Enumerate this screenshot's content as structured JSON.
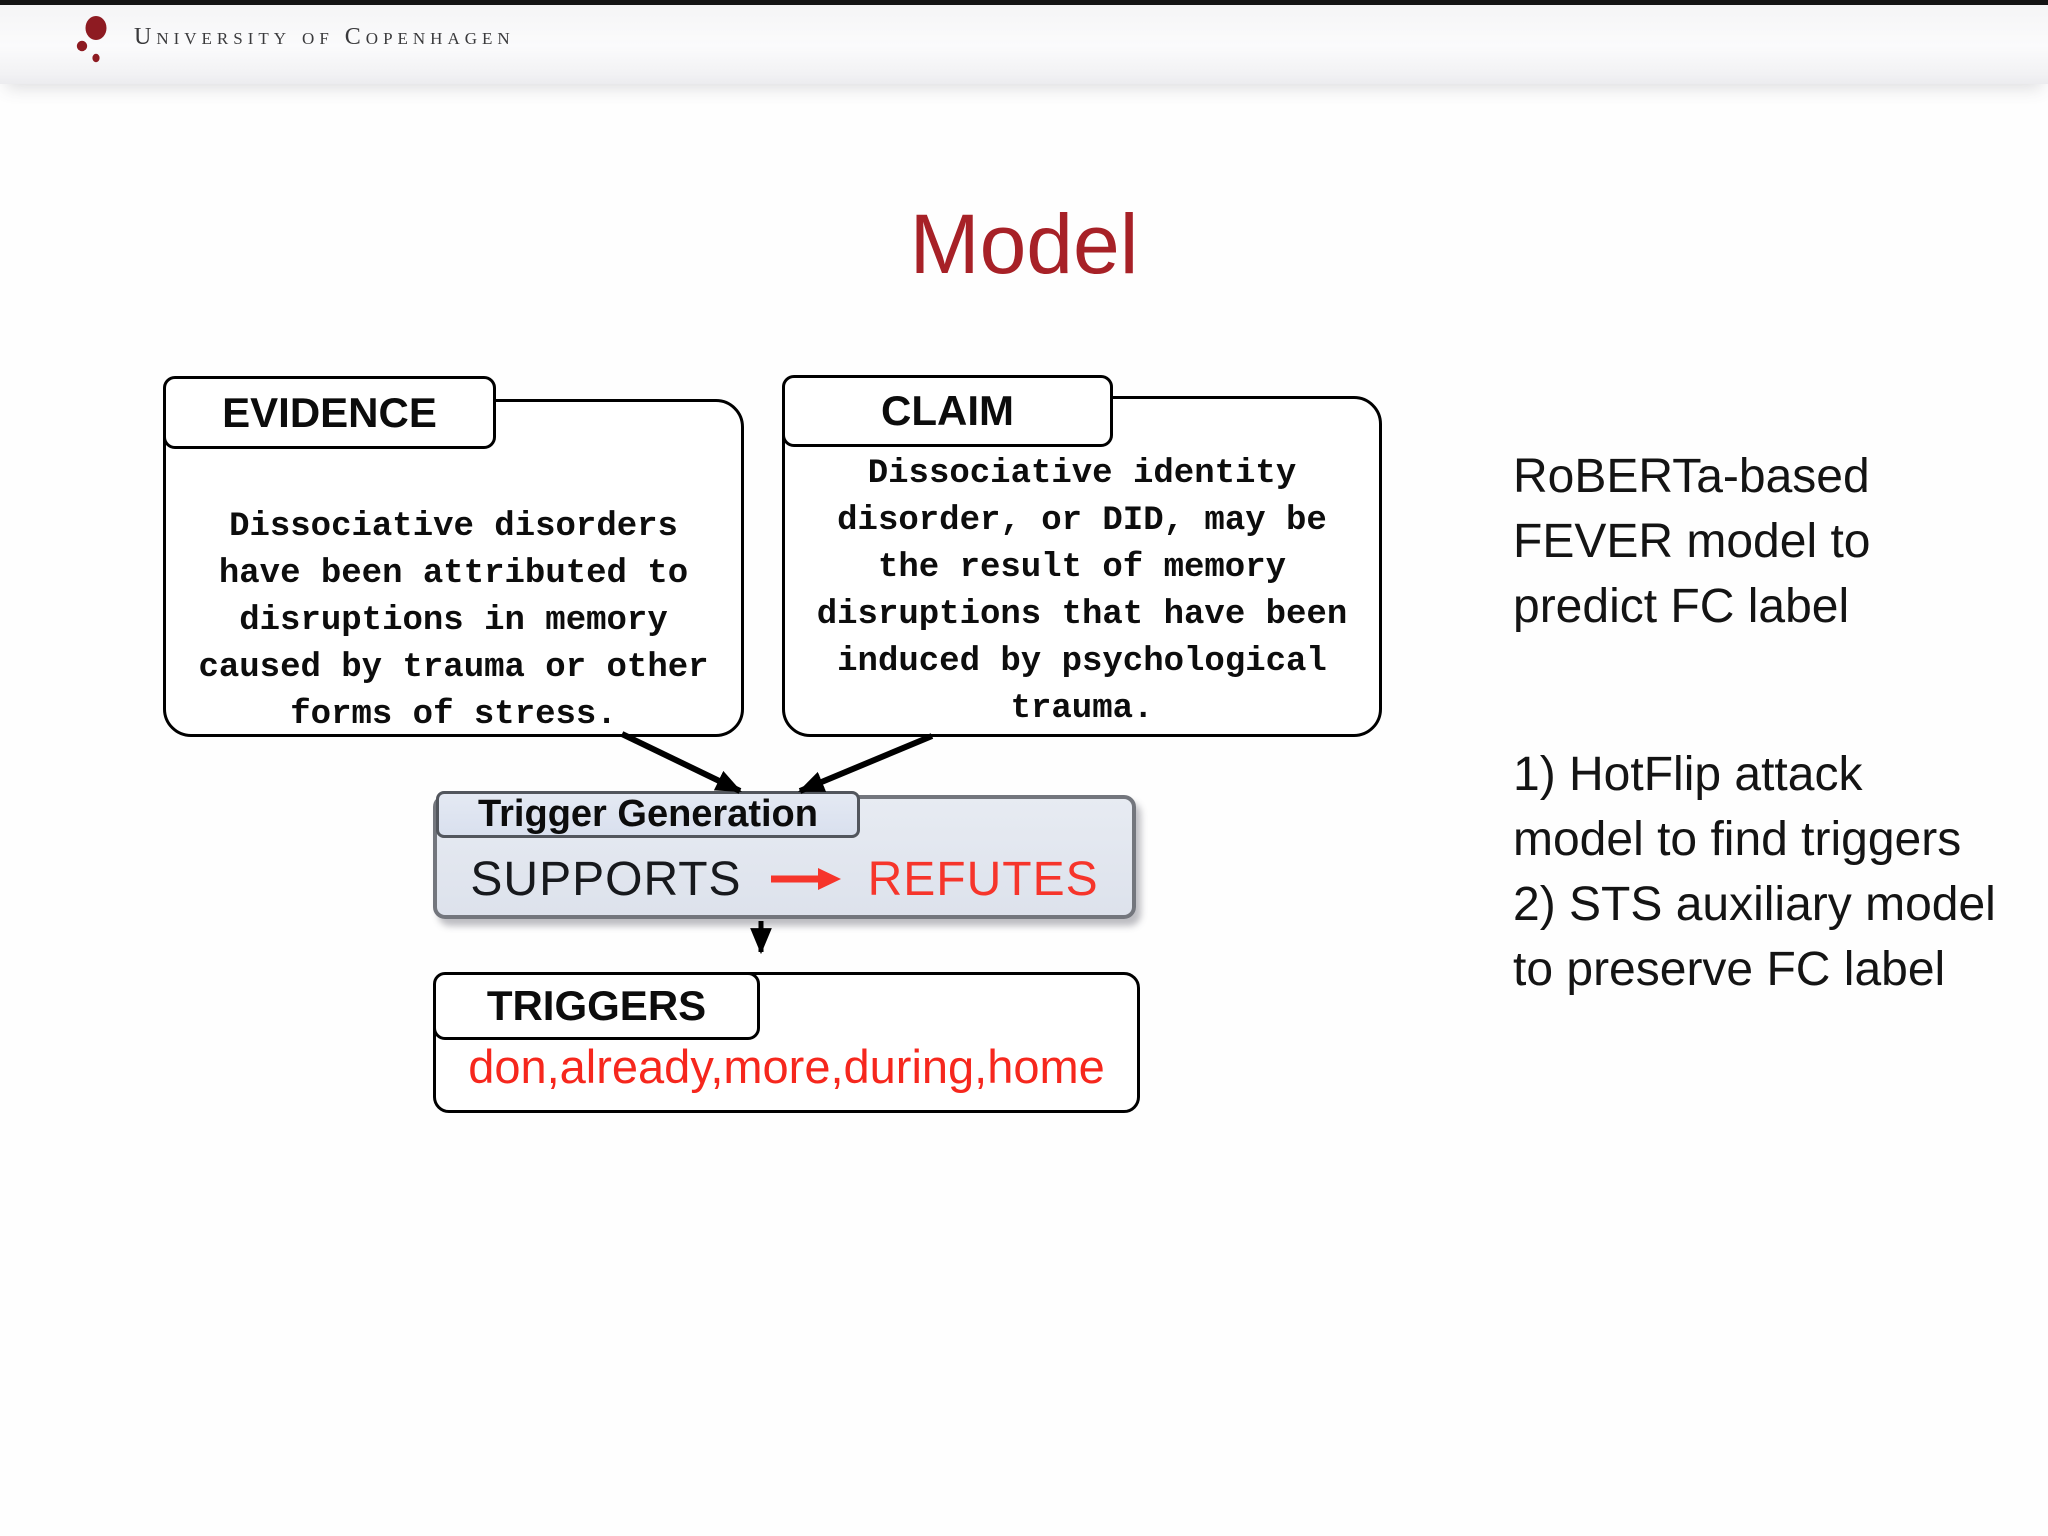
{
  "header": {
    "institution": "University of Copenhagen"
  },
  "title": "Model",
  "diagram": {
    "evidence": {
      "label": "EVIDENCE",
      "lines": [
        "Dissociative disorders",
        "have been attributed to",
        "disruptions in memory",
        "caused by trauma or other",
        "forms of stress."
      ]
    },
    "claim": {
      "label": "CLAIM",
      "lines": [
        "Dissociative identity",
        "disorder, or DID, may be",
        "the result of memory",
        "disruptions that have been",
        "induced by psychological",
        "trauma."
      ]
    },
    "trigger_generation": {
      "label": "Trigger Generation",
      "source_label": "SUPPORTS",
      "result_label": "REFUTES"
    },
    "triggers": {
      "label": "TRIGGERS",
      "values": "don,already,more,during,home"
    }
  },
  "notes": {
    "model_lines": [
      "RoBERTa-based",
      "FEVER model to",
      "predict FC label"
    ],
    "steps_lines": [
      "1) HotFlip attack",
      "model to find triggers",
      "2) STS auxiliary model",
      "to preserve FC label"
    ]
  },
  "colors": {
    "title_red": "#a72127",
    "accent_red": "#f6352b",
    "logo_red": "#8e1b22",
    "trigger_box_fill": "#dfe4ed",
    "trigger_box_border": "#73767d"
  }
}
